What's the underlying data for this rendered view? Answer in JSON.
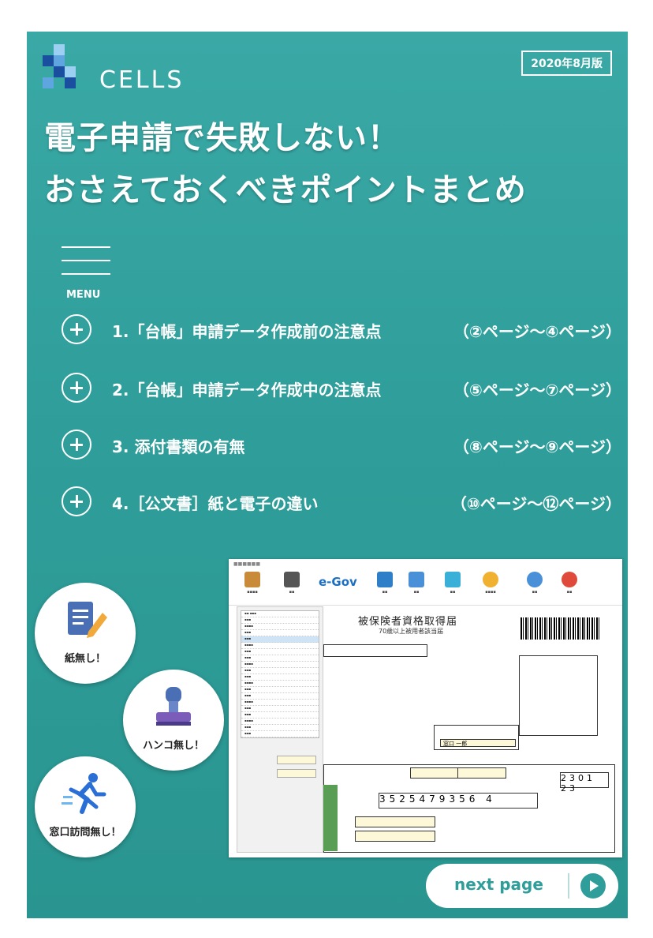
{
  "brand": {
    "name": "CELLS",
    "edition": "2020年8月版"
  },
  "headline": {
    "line1": "電子申請で失敗しない！",
    "line2": "おさえておくべきポイントまとめ"
  },
  "menu": {
    "label": "MENU",
    "items": [
      {
        "label": "1.「台帳」申請データ作成前の注意点",
        "pages": "（②ページ～④ページ）"
      },
      {
        "label": "2.「台帳」申請データ作成中の注意点",
        "pages": "（⑤ページ～⑦ページ）"
      },
      {
        "label": "3. 添付書類の有無",
        "pages": "（⑧ページ～⑨ページ）"
      },
      {
        "label": "4.［公文書］紙と電子の違い",
        "pages": "（⑩ページ～⑫ページ）"
      }
    ]
  },
  "badges": [
    {
      "label": "紙無し！",
      "icon": "document-pencil-icon"
    },
    {
      "label": "ハンコ無し！",
      "icon": "stamp-icon"
    },
    {
      "label": "窓口訪問無し！",
      "icon": "running-person-icon"
    }
  ],
  "screenshot": {
    "brand": "e-Gov",
    "form_title": "被保険者資格取得届",
    "form_subtitle": "70歳以上被用者該当届",
    "name_field": "窓口 一郎"
  },
  "next_button": {
    "label": "next page"
  },
  "colors": {
    "background": "#2f9e9a",
    "accent": "#1c6fc2"
  }
}
